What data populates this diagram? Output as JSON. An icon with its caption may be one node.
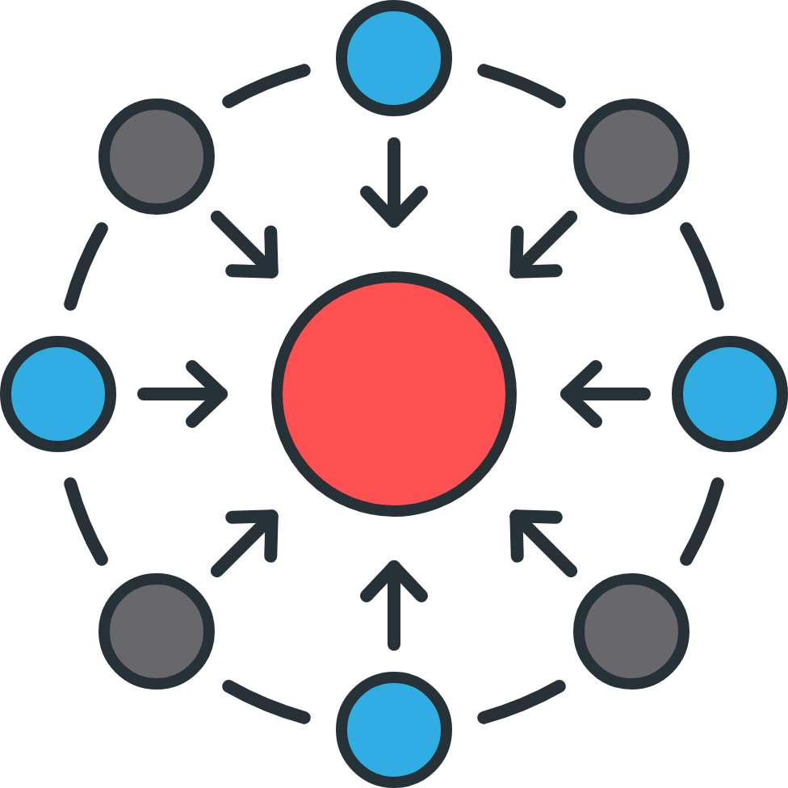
{
  "diagram": {
    "nodes": [
      {
        "text": [],
        "shape": "circle"
      },
      {
        "text": [],
        "shape": "circle"
      },
      {
        "text": [],
        "shape": "circle"
      },
      {
        "text": [],
        "shape": "circle"
      },
      {
        "text": [],
        "shape": "circle"
      },
      {
        "text": [],
        "shape": "circle"
      },
      {
        "text": [],
        "shape": "circle"
      },
      {
        "text": [],
        "shape": "circle"
      },
      {
        "text": [],
        "shape": "circle"
      }
    ],
    "edges": [
      {
        "from": 1,
        "to": 0,
        "arrow": "to"
      },
      {
        "from": 2,
        "to": 0,
        "arrow": "to"
      },
      {
        "from": 3,
        "to": 0,
        "arrow": "to"
      },
      {
        "from": 4,
        "to": 0,
        "arrow": "to"
      },
      {
        "from": 5,
        "to": 0,
        "arrow": "to"
      },
      {
        "from": 6,
        "to": 0,
        "arrow": "to"
      },
      {
        "from": 7,
        "to": 0,
        "arrow": "to"
      },
      {
        "from": 8,
        "to": 0,
        "arrow": "to"
      },
      {
        "from": 2,
        "to": 1,
        "arrow": "none"
      },
      {
        "from": 1,
        "to": 3,
        "arrow": "none"
      },
      {
        "from": 3,
        "to": 5,
        "arrow": "none"
      },
      {
        "from": 5,
        "to": 7,
        "arrow": "none"
      },
      {
        "from": 7,
        "to": 8,
        "arrow": "none"
      },
      {
        "from": 8,
        "to": 6,
        "arrow": "none"
      },
      {
        "from": 6,
        "to": 4,
        "arrow": "none"
      },
      {
        "from": 4,
        "to": 2,
        "arrow": "none"
      }
    ]
  }
}
